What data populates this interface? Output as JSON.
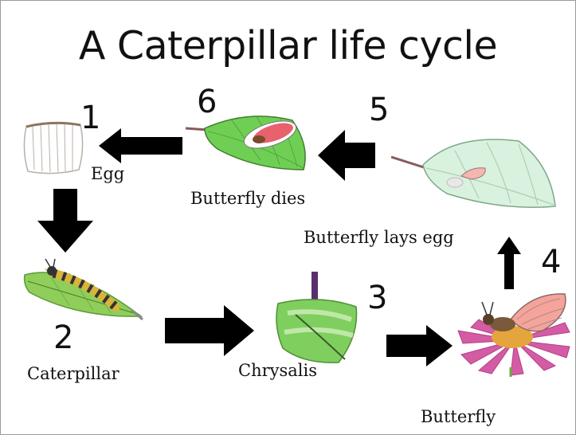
{
  "title": "A Caterpillar life cycle",
  "stages": [
    {
      "number": "1",
      "label": "Egg"
    },
    {
      "number": "2",
      "label": "Caterpillar"
    },
    {
      "number": "3",
      "label": "Chrysalis"
    },
    {
      "number": "4",
      "label": "Butterfly"
    },
    {
      "number": "5",
      "label": "Butterfly lays egg"
    },
    {
      "number": "6",
      "label": "Butterfly dies"
    }
  ]
}
